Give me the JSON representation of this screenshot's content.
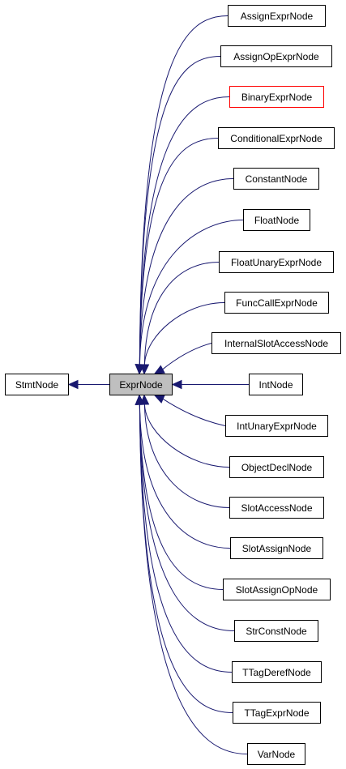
{
  "colors": {
    "edge": "#191970",
    "node_border": "#000000",
    "highlight_border": "#ff0000",
    "current_fill": "#bfbfbf"
  },
  "base": {
    "label": "StmtNode"
  },
  "current": {
    "label": "ExprNode"
  },
  "children": [
    {
      "label": "AssignExprNode"
    },
    {
      "label": "AssignOpExprNode"
    },
    {
      "label": "BinaryExprNode",
      "highlight": true
    },
    {
      "label": "ConditionalExprNode"
    },
    {
      "label": "ConstantNode"
    },
    {
      "label": "FloatNode"
    },
    {
      "label": "FloatUnaryExprNode"
    },
    {
      "label": "FuncCallExprNode"
    },
    {
      "label": "InternalSlotAccessNode"
    },
    {
      "label": "IntNode"
    },
    {
      "label": "IntUnaryExprNode"
    },
    {
      "label": "ObjectDeclNode"
    },
    {
      "label": "SlotAccessNode"
    },
    {
      "label": "SlotAssignNode"
    },
    {
      "label": "SlotAssignOpNode"
    },
    {
      "label": "StrConstNode"
    },
    {
      "label": "TTagDerefNode"
    },
    {
      "label": "TTagExprNode"
    },
    {
      "label": "VarNode"
    }
  ]
}
